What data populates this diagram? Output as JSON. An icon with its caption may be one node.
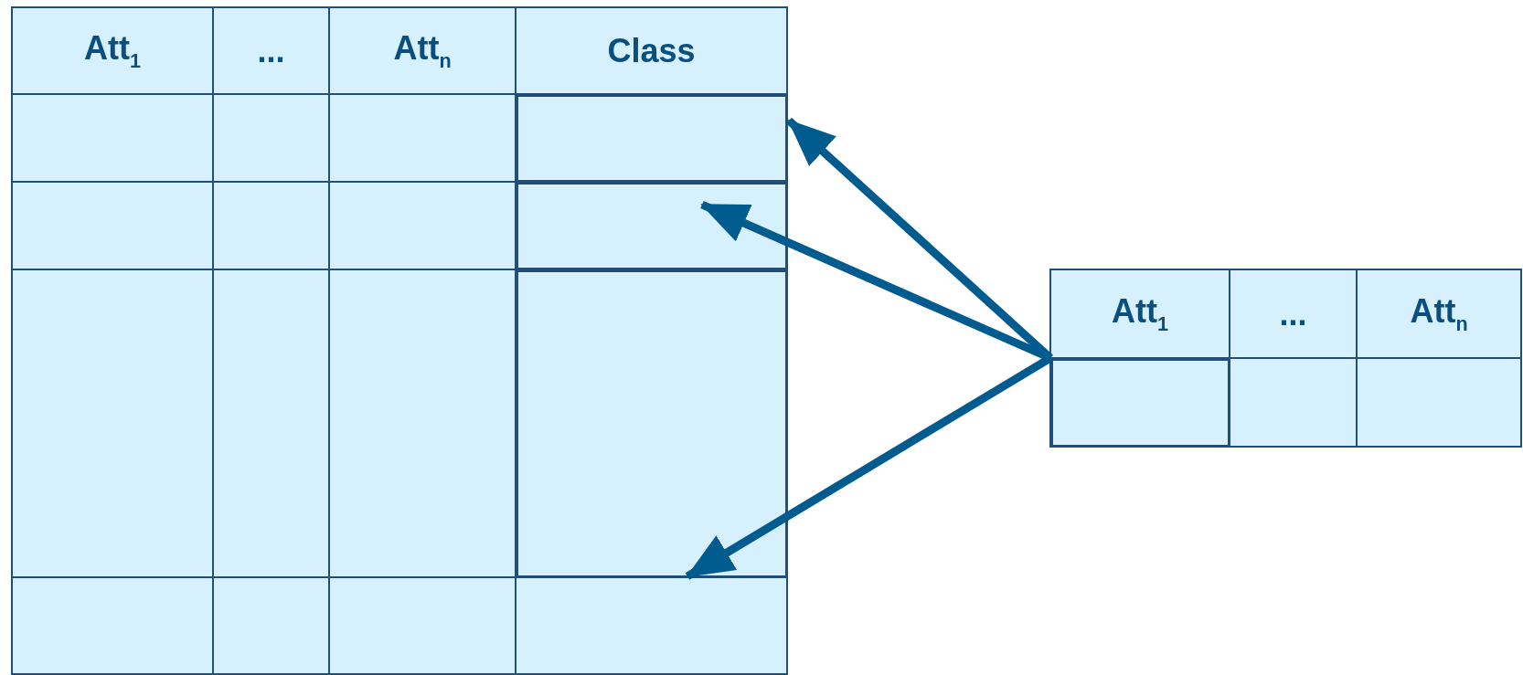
{
  "diagram": {
    "nodes": [
      {
        "text": [],
        "shape": "box"
      },
      {
        "text": [],
        "shape": "box"
      },
      {
        "text": [],
        "shape": "box"
      },
      {
        "text": [],
        "shape": "box"
      }
    ],
    "edges": [
      {
        "from": 3,
        "to": 0,
        "arrow": "to"
      },
      {
        "from": 3,
        "to": 1,
        "arrow": "to"
      },
      {
        "from": 3,
        "to": 2,
        "arrow": "to"
      }
    ],
    "labels": [
      "Att$_{1}$",
      "...",
      "Att$_{n}$",
      "Class",
      "Att$_{1}$",
      "...",
      "Att$_{n}$"
    ]
  }
}
